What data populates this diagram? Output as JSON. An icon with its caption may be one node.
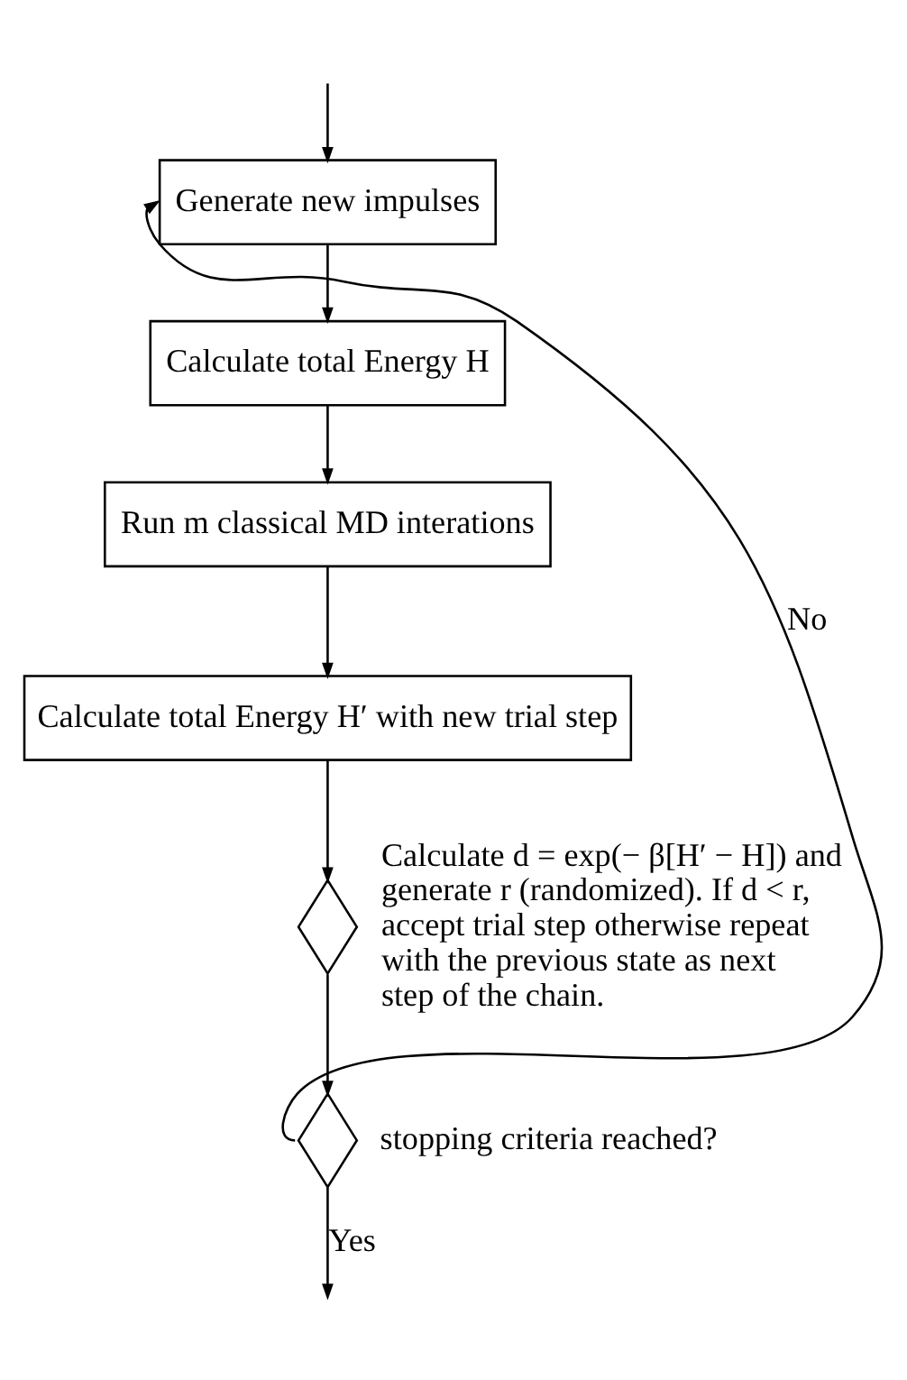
{
  "diagram": {
    "nodes": [
      {
        "text": [
          "Generate new impulses"
        ]
      },
      {
        "text": [
          "Calculate total Energy H"
        ]
      },
      {
        "text": [
          "Run m classical MD interations"
        ]
      },
      {
        "text": [
          "Calculate total Energy H′ with new trial step"
        ]
      },
      {
        "text": [],
        "shape": "diamond",
        "beside": [
          "Calculate d = exp(− β[H′ − H]) and generate r (randomized). If d < r, accept trial step otherwise repeat with the previous state as next step of the chain."
        ]
      },
      {
        "text": [],
        "shape": "diamond",
        "beside": [
          "stopping criteria reached?"
        ]
      }
    ],
    "edges": [
      {
        "from": null,
        "to": 0,
        "arrow": "to"
      },
      {
        "from": 0,
        "to": 1,
        "arrow": "to"
      },
      {
        "from": 1,
        "to": 2,
        "arrow": "to"
      },
      {
        "from": 2,
        "to": 3,
        "arrow": "to"
      },
      {
        "from": 3,
        "to": 4,
        "arrow": "to"
      },
      {
        "from": 4,
        "to": 5,
        "arrow": "to"
      },
      {
        "from": 5,
        "to": 0,
        "arrow": "to",
        "label": "No"
      },
      {
        "from": 5,
        "to": null,
        "arrow": "to",
        "label": "Yes"
      }
    ]
  }
}
